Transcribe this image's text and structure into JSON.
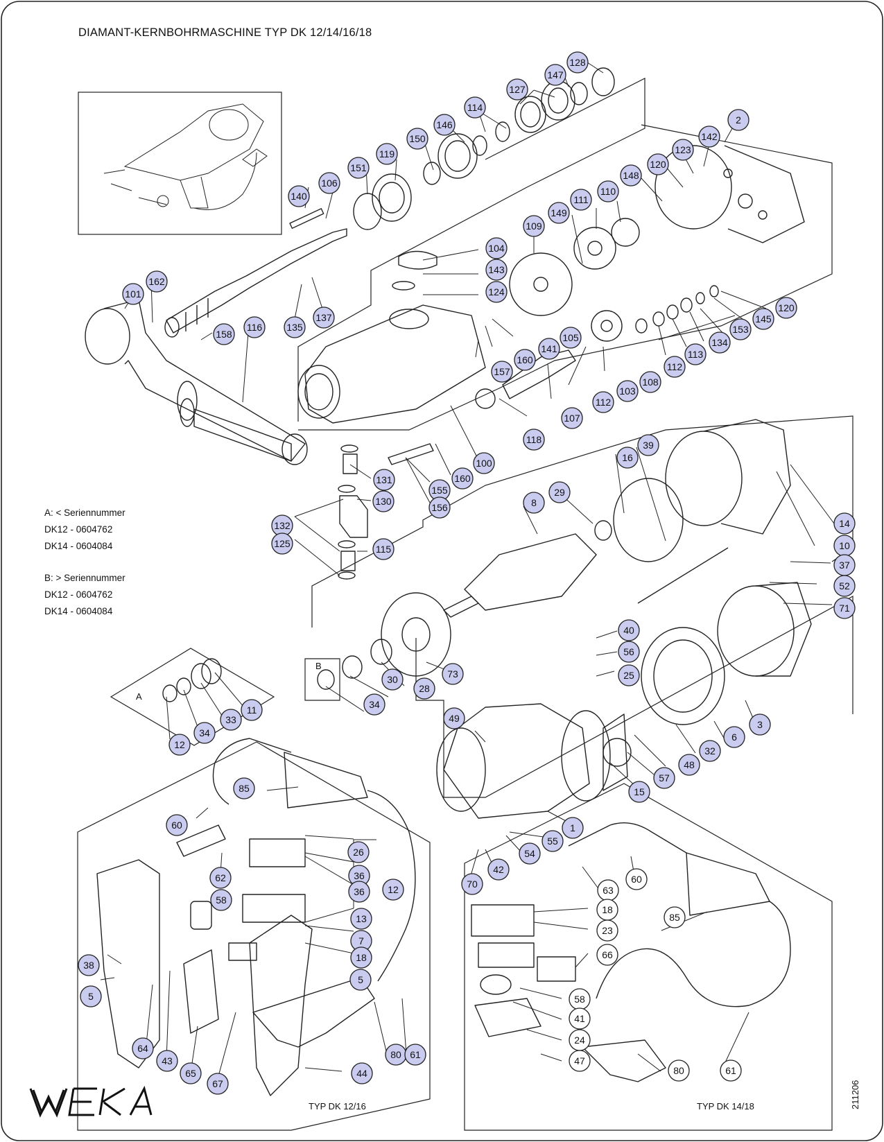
{
  "title": "DIAMANT-KERNBOHRMASCHINE TYP DK 12/14/16/18",
  "notes": {
    "a_header": "A: < Seriennummer",
    "a_lines": [
      "DK12 - 0604762",
      "DK14 - 0604084"
    ],
    "b_header": "B: > Seriennummer",
    "b_lines": [
      "DK12 - 0604762",
      "DK14 - 0604084"
    ]
  },
  "panel_labels": {
    "a": "A",
    "b": "B",
    "typ_12_16": "TYP DK 12/16",
    "typ_14_18": "TYP DK 14/18"
  },
  "doc_number": "211206",
  "brand": "WEKA",
  "colors": {
    "filled_callout": "#c9cbef",
    "outline": "#222222",
    "open_callout": "#ffffff"
  },
  "callouts": [
    {
      "label": "128",
      "filled": true
    },
    {
      "label": "147",
      "filled": true
    },
    {
      "label": "127",
      "filled": true
    },
    {
      "label": "114",
      "filled": true
    },
    {
      "label": "146",
      "filled": true
    },
    {
      "label": "150",
      "filled": true
    },
    {
      "label": "119",
      "filled": true
    },
    {
      "label": "151",
      "filled": true
    },
    {
      "label": "106",
      "filled": true
    },
    {
      "label": "140",
      "filled": true
    },
    {
      "label": "2",
      "filled": true
    },
    {
      "label": "142",
      "filled": true
    },
    {
      "label": "123",
      "filled": true
    },
    {
      "label": "120",
      "filled": true
    },
    {
      "label": "148",
      "filled": true
    },
    {
      "label": "110",
      "filled": true
    },
    {
      "label": "111",
      "filled": true
    },
    {
      "label": "149",
      "filled": true
    },
    {
      "label": "109",
      "filled": true
    },
    {
      "label": "104",
      "filled": true
    },
    {
      "label": "143",
      "filled": true
    },
    {
      "label": "124",
      "filled": true
    },
    {
      "label": "120",
      "filled": true
    },
    {
      "label": "145",
      "filled": true
    },
    {
      "label": "153",
      "filled": true
    },
    {
      "label": "134",
      "filled": true
    },
    {
      "label": "113",
      "filled": true
    },
    {
      "label": "112",
      "filled": true
    },
    {
      "label": "108",
      "filled": true
    },
    {
      "label": "103",
      "filled": true
    },
    {
      "label": "112",
      "filled": true
    },
    {
      "label": "105",
      "filled": true
    },
    {
      "label": "141",
      "filled": true
    },
    {
      "label": "160",
      "filled": true
    },
    {
      "label": "157",
      "filled": true
    },
    {
      "label": "107",
      "filled": true
    },
    {
      "label": "118",
      "filled": true
    },
    {
      "label": "162",
      "filled": true
    },
    {
      "label": "101",
      "filled": true
    },
    {
      "label": "135",
      "filled": true
    },
    {
      "label": "137",
      "filled": true
    },
    {
      "label": "158",
      "filled": true
    },
    {
      "label": "116",
      "filled": true
    },
    {
      "label": "131",
      "filled": true
    },
    {
      "label": "130",
      "filled": true
    },
    {
      "label": "155",
      "filled": true
    },
    {
      "label": "156",
      "filled": true
    },
    {
      "label": "160",
      "filled": true
    },
    {
      "label": "100",
      "filled": true
    },
    {
      "label": "132",
      "filled": true
    },
    {
      "label": "125",
      "filled": true
    },
    {
      "label": "115",
      "filled": true
    },
    {
      "label": "16",
      "filled": true
    },
    {
      "label": "39",
      "filled": true
    },
    {
      "label": "29",
      "filled": true
    },
    {
      "label": "8",
      "filled": true
    },
    {
      "label": "14",
      "filled": true
    },
    {
      "label": "10",
      "filled": true
    },
    {
      "label": "37",
      "filled": true
    },
    {
      "label": "52",
      "filled": true
    },
    {
      "label": "71",
      "filled": true
    },
    {
      "label": "40",
      "filled": true
    },
    {
      "label": "56",
      "filled": true
    },
    {
      "label": "25",
      "filled": true
    },
    {
      "label": "73",
      "filled": true
    },
    {
      "label": "28",
      "filled": true
    },
    {
      "label": "30",
      "filled": true
    },
    {
      "label": "34",
      "filled": true
    },
    {
      "label": "11",
      "filled": true
    },
    {
      "label": "33",
      "filled": true
    },
    {
      "label": "34",
      "filled": true
    },
    {
      "label": "12",
      "filled": true
    },
    {
      "label": "49",
      "filled": true
    },
    {
      "label": "3",
      "filled": true
    },
    {
      "label": "6",
      "filled": true
    },
    {
      "label": "32",
      "filled": true
    },
    {
      "label": "48",
      "filled": true
    },
    {
      "label": "57",
      "filled": true
    },
    {
      "label": "15",
      "filled": true
    },
    {
      "label": "1",
      "filled": true
    },
    {
      "label": "55",
      "filled": true
    },
    {
      "label": "54",
      "filled": true
    },
    {
      "label": "42",
      "filled": true
    },
    {
      "label": "70",
      "filled": true
    },
    {
      "label": "85",
      "filled": true
    },
    {
      "label": "60",
      "filled": true
    },
    {
      "label": "26",
      "filled": true
    },
    {
      "label": "36",
      "filled": true
    },
    {
      "label": "36",
      "filled": true
    },
    {
      "label": "12",
      "filled": true
    },
    {
      "label": "62",
      "filled": true
    },
    {
      "label": "58",
      "filled": true
    },
    {
      "label": "13",
      "filled": true
    },
    {
      "label": "7",
      "filled": true
    },
    {
      "label": "18",
      "filled": true
    },
    {
      "label": "5",
      "filled": true
    },
    {
      "label": "38",
      "filled": true
    },
    {
      "label": "5",
      "filled": true
    },
    {
      "label": "64",
      "filled": true
    },
    {
      "label": "43",
      "filled": true
    },
    {
      "label": "65",
      "filled": true
    },
    {
      "label": "67",
      "filled": true
    },
    {
      "label": "44",
      "filled": true
    },
    {
      "label": "80",
      "filled": true
    },
    {
      "label": "61",
      "filled": true
    },
    {
      "label": "63",
      "filled": false
    },
    {
      "label": "60",
      "filled": false
    },
    {
      "label": "18",
      "filled": false
    },
    {
      "label": "23",
      "filled": false
    },
    {
      "label": "66",
      "filled": false
    },
    {
      "label": "85",
      "filled": false
    },
    {
      "label": "58",
      "filled": false
    },
    {
      "label": "41",
      "filled": false
    },
    {
      "label": "24",
      "filled": false
    },
    {
      "label": "47",
      "filled": false
    },
    {
      "label": "80",
      "filled": false
    },
    {
      "label": "61",
      "filled": false
    }
  ]
}
